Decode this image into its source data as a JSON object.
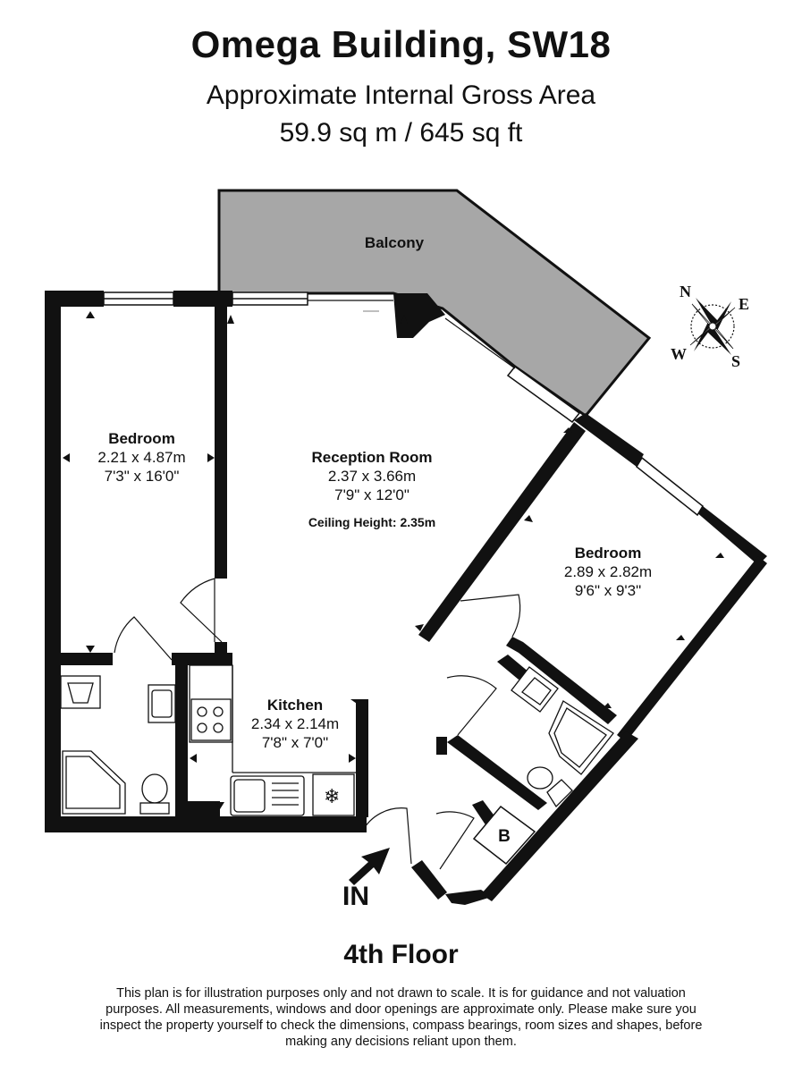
{
  "header": {
    "title": "Omega Building, SW18",
    "subtitle": "Approximate Internal Gross Area",
    "area": "59.9 sq m / 645 sq ft"
  },
  "rooms": {
    "balcony": {
      "name": "Balcony"
    },
    "bedroom1": {
      "name": "Bedroom",
      "metric": "2.21 x 4.87m",
      "imperial": "7'3\" x 16'0\""
    },
    "reception": {
      "name": "Reception Room",
      "metric": "2.37 x 3.66m",
      "imperial": "7'9\" x 12'0\"",
      "ceiling": "Ceiling Height: 2.35m"
    },
    "bedroom2": {
      "name": "Bedroom",
      "metric": "2.89 x 2.82m",
      "imperial": "9'6\" x 9'3\""
    },
    "kitchen": {
      "name": "Kitchen",
      "metric": "2.34 x 2.14m",
      "imperial": "7'8\" x 7'0\""
    },
    "boiler": {
      "label": "B"
    }
  },
  "entrance": {
    "label": "IN"
  },
  "compass": {
    "n": "N",
    "e": "E",
    "s": "S",
    "w": "W"
  },
  "floor": {
    "label": "4th Floor"
  },
  "disclaimer": {
    "text": "This plan is for illustration purposes only and not drawn to scale. It is for guidance and not valuation purposes. All measurements, windows and door openings are approximate only. Please make sure you inspect the property yourself to check the dimensions, compass bearings, room sizes and shapes, before making any decisions reliant upon them."
  },
  "colors": {
    "wall": "#111111",
    "balcony_fill": "#a7a7a7",
    "background": "#ffffff"
  }
}
